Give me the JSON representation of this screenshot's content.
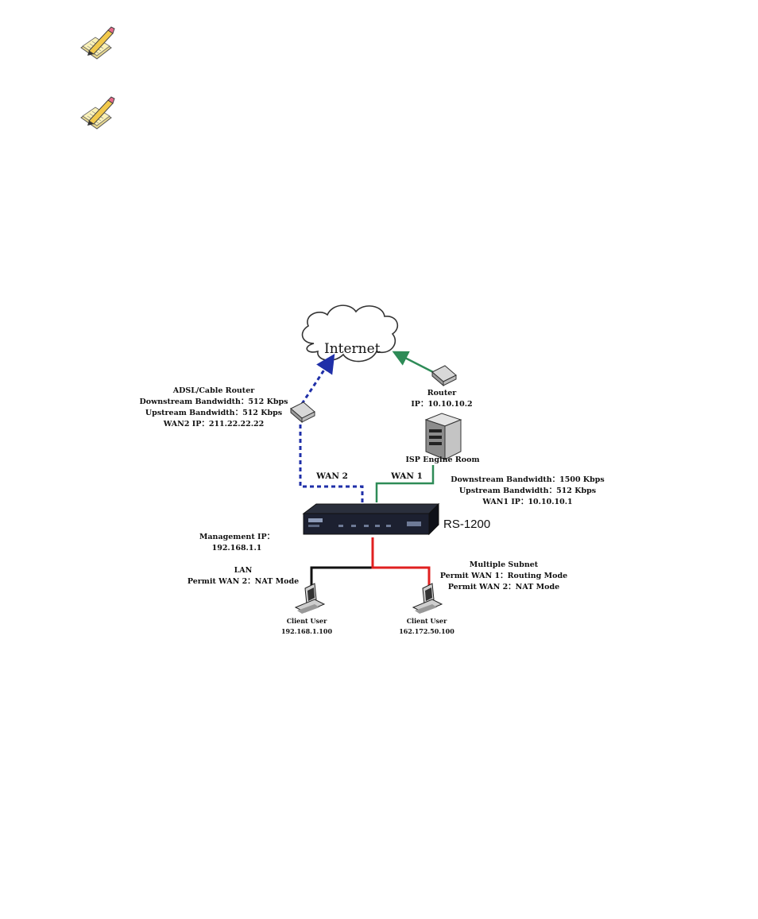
{
  "icons": [
    "note-pencil-icon",
    "note-pencil-icon"
  ],
  "diagram": {
    "cloud": "Internet",
    "adsl": {
      "lines": [
        "ADSL/Cable Router",
        "Downstream Bandwidth：512 Kbps",
        "Upstream Bandwidth：512 Kbps",
        "WAN2 IP：211.22.22.22"
      ]
    },
    "router": {
      "lines": [
        "Router",
        "IP：10.10.10.2"
      ]
    },
    "isp": "ISP Engine Room",
    "wan1_label": "WAN 1",
    "wan2_label": "WAN 2",
    "wan1_info": {
      "lines": [
        "Downstream Bandwidth：1500 Kbps",
        "Upstream Bandwidth：512 Kbps",
        "WAN1 IP：10.10.10.1"
      ]
    },
    "device": "RS-1200",
    "management": {
      "lines": [
        "Management IP：",
        "192.168.1.1"
      ]
    },
    "lan": {
      "lines": [
        "LAN",
        "Permit WAN 2：NAT Mode"
      ]
    },
    "multi": {
      "lines": [
        "Multiple Subnet",
        "Permit WAN 1：Routing Mode",
        "Permit WAN 2：NAT Mode"
      ]
    },
    "client1": {
      "lines": [
        "Client User",
        "192.168.1.100"
      ]
    },
    "client2": {
      "lines": [
        "Client User",
        "162.172.50.100"
      ]
    },
    "colors": {
      "wan1": "#2e8b57",
      "wan2": "#1f2fa8",
      "lan": "#111111",
      "multi": "#e02020"
    }
  }
}
